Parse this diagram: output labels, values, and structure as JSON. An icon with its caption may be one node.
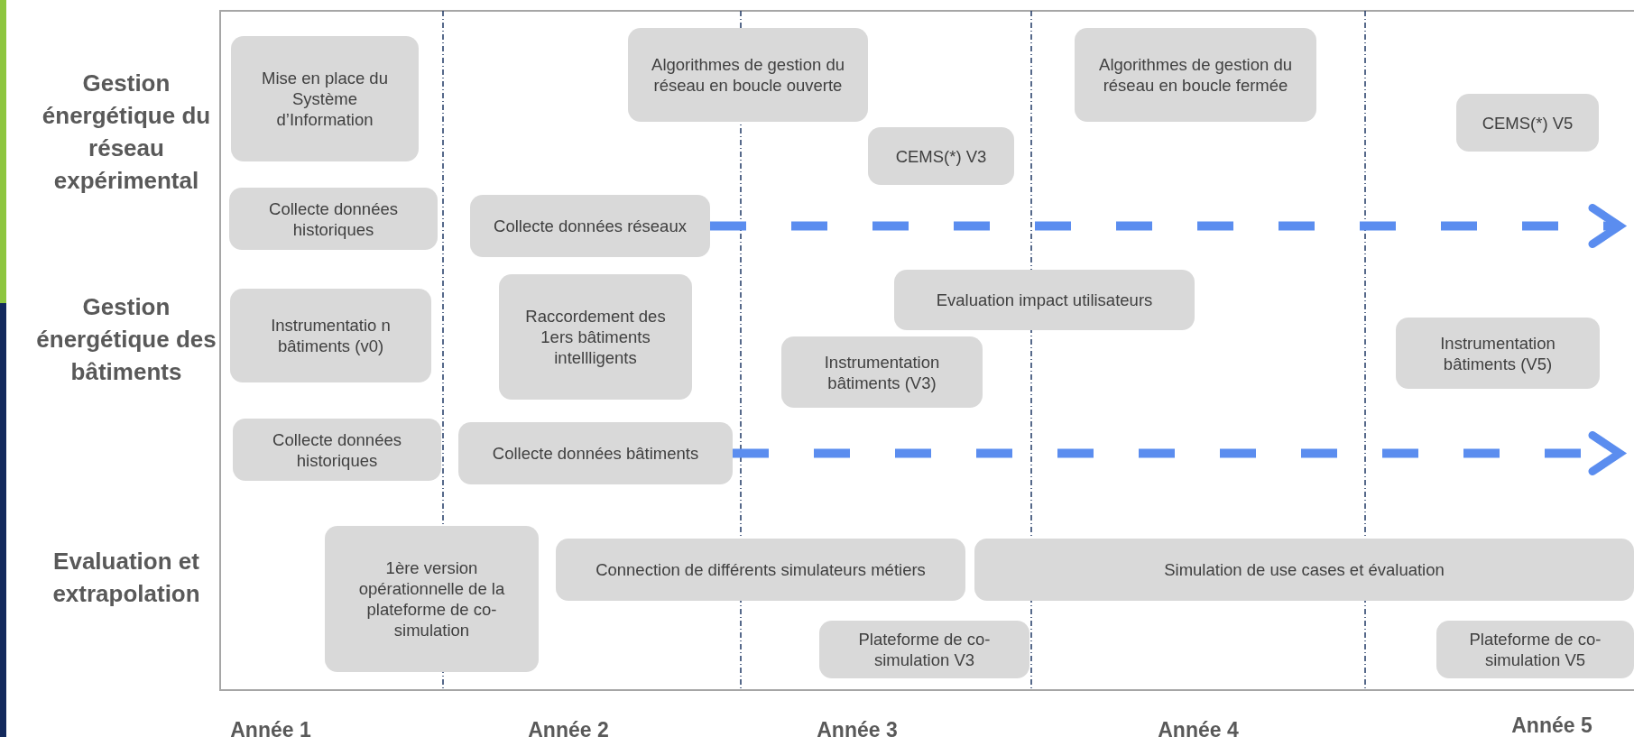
{
  "diagram": {
    "nodes": [
      {
        "text": [
          "Mise en place du Système d’Information"
        ]
      },
      {
        "text": [
          "Algorithmes de gestion du réseau en boucle ouverte"
        ]
      },
      {
        "text": [
          "Algorithmes de gestion du réseau en boucle fermée"
        ]
      },
      {
        "text": [
          "CEMS(*) V3"
        ]
      },
      {
        "text": [
          "CEMS(*) V5"
        ]
      },
      {
        "text": [
          "Collecte données historiques"
        ]
      },
      {
        "text": [
          "Collecte données réseaux"
        ]
      },
      {
        "text": [
          "Evaluation impact utilisateurs"
        ]
      },
      {
        "text": [
          "Instrumentatio n bâtiments (v0)"
        ]
      },
      {
        "text": [
          "Raccordement des 1ers bâtiments intellligents"
        ]
      },
      {
        "text": [
          "Instrumentation bâtiments (V3)"
        ]
      },
      {
        "text": [
          "Instrumentation bâtiments (V5)"
        ]
      },
      {
        "text": [
          "Collecte données historiques"
        ]
      },
      {
        "text": [
          "Collecte données bâtiments"
        ]
      },
      {
        "text": [
          "1ère version opérationnelle de la plateforme de co-simulation"
        ]
      },
      {
        "text": [
          "Connection de différents simulateurs métiers"
        ]
      },
      {
        "text": [
          "Simulation de use cases et évaluation"
        ]
      },
      {
        "text": [
          "Plateforme de co-simulation V3"
        ]
      },
      {
        "text": [
          "Plateforme de co-simulation V5"
        ]
      }
    ],
    "edges": [
      {
        "from": 6,
        "to": null,
        "arrow": "to",
        "style": "dashed"
      },
      {
        "from": 13,
        "to": null,
        "arrow": "to",
        "style": "dashed"
      }
    ],
    "labels": [
      "Gestion énergétique du réseau expérimental",
      "Gestion énergétique des bâtiments",
      "Evaluation et extrapolation",
      "Année 1",
      "Année 2",
      "Année 3",
      "Année 4",
      "Année 5"
    ]
  }
}
